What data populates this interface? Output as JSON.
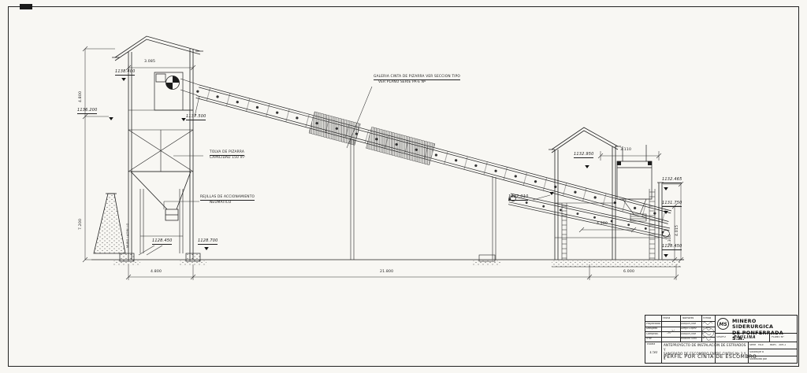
{
  "notes": {
    "galeria_line1": "GALERIA CINTA DE PIZARRA VER SECCION TIPO",
    "galeria_line2": "VER PLANO SERIE PA-E Nº",
    "tolva_line1": "TOLVA DE PIZARRA",
    "tolva_line2": "CAPACIDAD 150 m³",
    "rejillas_line1": "REJILLAS DE ACCIONAMIENTO",
    "rejillas_line2": "NEUMATICO",
    "muro": "MURO LADRILLO"
  },
  "elevations": {
    "left_tower_top": "1138.400",
    "belt_start": "1137.500",
    "left_mid": "1136.200",
    "left_ground_a": "1128.450",
    "left_ground_b": "1128.700",
    "bin_feed": "1132.950",
    "transfer": "1132.010",
    "right_upper": "1132.465",
    "right_mid": "1131.750",
    "right_ground": "1128.450"
  },
  "dimensions": {
    "tower_width": "3.085",
    "right_width": "3.110",
    "left_height_upper": "4.800",
    "left_height_lower": "7.200",
    "span_left": "4.800",
    "span_middle": "21.800",
    "span_right": "6.000",
    "right_inner": "4.580",
    "right_v_inner": "3.300",
    "right_v_outer": "4.015"
  },
  "title_block": {
    "sign_table": {
      "col_headers": [
        "Fecha",
        "Nombres",
        "Firmas"
      ],
      "rows": [
        {
          "role": "Proyectado",
          "name": "Joaquin Jose"
        },
        {
          "role": "Dibujado",
          "name": "Diego Lopez"
        },
        {
          "role": "Comprob.",
          "name": "Joaquin Jose"
        },
        {
          "role": "VºBº",
          "name": "Rodolfo Soto"
        }
      ],
      "date_note": "Marzo 1969"
    },
    "logo": "MS",
    "company_line1": "MINERO SIDERURGICA",
    "company_line2": "DE PONFERRADA S.A.",
    "grupo_label": "GRUPO:",
    "grupo_value": "PAULINA",
    "plano_label": "PLANO Nº",
    "escala_label": "Escala",
    "escala_value": "1:50",
    "project_title_1": "ANTEPROYECTO DE INSTALACION DE ESTRIADOS Y",
    "project_title_2": "SANGRADO DE ESCOMBRO ENTRE CINTAS Nº 3 Y 4",
    "sheet_title": "PERFIL POR CINTA DE ESCOMBRO",
    "serie_label": "Serie",
    "serie_value": "PA-E",
    "num_label": "Núm.",
    "num_value": "309-1",
    "sustituye_label": "Sustituye a",
    "sustituido_label": "Sustituido por"
  }
}
